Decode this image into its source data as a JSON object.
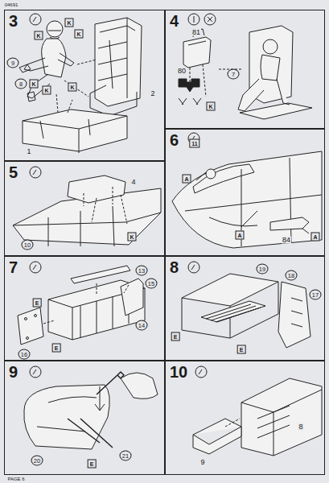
{
  "diagram": {
    "nodes": [
      {
        "text": [
          "3"
        ]
      },
      {
        "text": [
          "4"
        ]
      },
      {
        "text": [
          "5"
        ]
      },
      {
        "text": [
          "6"
        ]
      },
      {
        "text": [
          "7"
        ]
      },
      {
        "text": [
          "8"
        ]
      },
      {
        "text": [
          "9"
        ]
      },
      {
        "text": [
          "10"
        ]
      }
    ],
    "labels": [
      "04691",
      "K",
      "K",
      "K",
      "K",
      "K",
      "K",
      "9",
      "8",
      "1",
      "2",
      "81",
      "7",
      "80",
      "K",
      "4",
      "10",
      "K",
      "11",
      "A",
      "A",
      "84",
      "A",
      "13",
      "15",
      "16",
      "14",
      "E",
      "E",
      "19",
      "18",
      "17",
      "E",
      "E",
      "20",
      "21",
      "E",
      "8",
      "9",
      "PAGE 6"
    ]
  }
}
